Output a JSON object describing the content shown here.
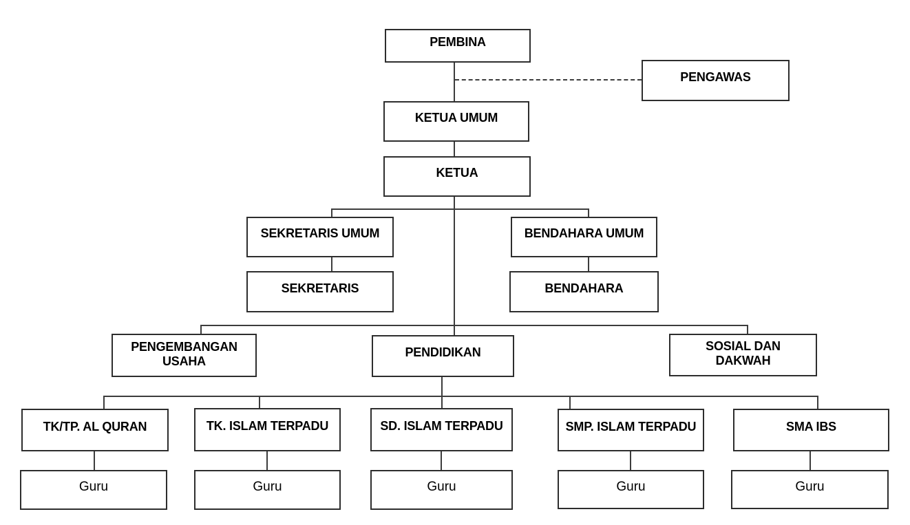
{
  "diagram": {
    "type": "org-chart",
    "background": "#ffffff",
    "colors": {
      "box_border": "#2d2d2d",
      "connector": "#3c3c3c",
      "text": "#000000"
    },
    "nodes": {
      "pembina": {
        "label": "PEMBINA"
      },
      "pengawas": {
        "label": "PENGAWAS"
      },
      "ketua_umum": {
        "label": "KETUA UMUM"
      },
      "ketua": {
        "label": "KETUA"
      },
      "sekretaris_umum": {
        "label": "SEKRETARIS UMUM"
      },
      "bendahara_umum": {
        "label": "BENDAHARA UMUM"
      },
      "sekretaris": {
        "label": "SEKRETARIS"
      },
      "bendahara": {
        "label": "BENDAHARA"
      },
      "pengembangan_usaha": {
        "label": "PENGEMBANGAN USAHA"
      },
      "pendidikan": {
        "label": "PENDIDIKAN"
      },
      "sosial_dakwah": {
        "label": "SOSIAL DAN DAKWAH"
      },
      "tktp_al_quran": {
        "label": "TK/TP. AL QURAN"
      },
      "tk_islam_terpadu": {
        "label": "TK. ISLAM TERPADU"
      },
      "sd_islam_terpadu": {
        "label": "SD. ISLAM TERPADU"
      },
      "smp_islam_terpadu": {
        "label": "SMP. ISLAM TERPADU"
      },
      "sma_ibs": {
        "label": "SMA IBS"
      },
      "guru_tktp": {
        "label": "Guru"
      },
      "guru_tk": {
        "label": "Guru"
      },
      "guru_sd": {
        "label": "Guru"
      },
      "guru_smp": {
        "label": "Guru"
      },
      "guru_sma": {
        "label": "Guru"
      }
    },
    "edges": [
      {
        "from": "pembina",
        "to": "pengawas",
        "style": "dashed"
      },
      {
        "from": "pembina",
        "to": "ketua_umum",
        "style": "solid"
      },
      {
        "from": "ketua_umum",
        "to": "ketua",
        "style": "solid"
      },
      {
        "from": "ketua",
        "to": "sekretaris_umum",
        "style": "solid"
      },
      {
        "from": "ketua",
        "to": "bendahara_umum",
        "style": "solid"
      },
      {
        "from": "sekretaris_umum",
        "to": "sekretaris",
        "style": "solid"
      },
      {
        "from": "bendahara_umum",
        "to": "bendahara",
        "style": "solid"
      },
      {
        "from": "ketua",
        "to": "pengembangan_usaha",
        "style": "solid"
      },
      {
        "from": "ketua",
        "to": "pendidikan",
        "style": "solid"
      },
      {
        "from": "ketua",
        "to": "sosial_dakwah",
        "style": "solid"
      },
      {
        "from": "pendidikan",
        "to": "tktp_al_quran",
        "style": "solid"
      },
      {
        "from": "pendidikan",
        "to": "tk_islam_terpadu",
        "style": "solid"
      },
      {
        "from": "pendidikan",
        "to": "sd_islam_terpadu",
        "style": "solid"
      },
      {
        "from": "pendidikan",
        "to": "smp_islam_terpadu",
        "style": "solid"
      },
      {
        "from": "pendidikan",
        "to": "sma_ibs",
        "style": "solid"
      },
      {
        "from": "tktp_al_quran",
        "to": "guru_tktp",
        "style": "solid"
      },
      {
        "from": "tk_islam_terpadu",
        "to": "guru_tk",
        "style": "solid"
      },
      {
        "from": "sd_islam_terpadu",
        "to": "guru_sd",
        "style": "solid"
      },
      {
        "from": "smp_islam_terpadu",
        "to": "guru_smp",
        "style": "solid"
      },
      {
        "from": "sma_ibs",
        "to": "guru_sma",
        "style": "solid"
      }
    ]
  }
}
